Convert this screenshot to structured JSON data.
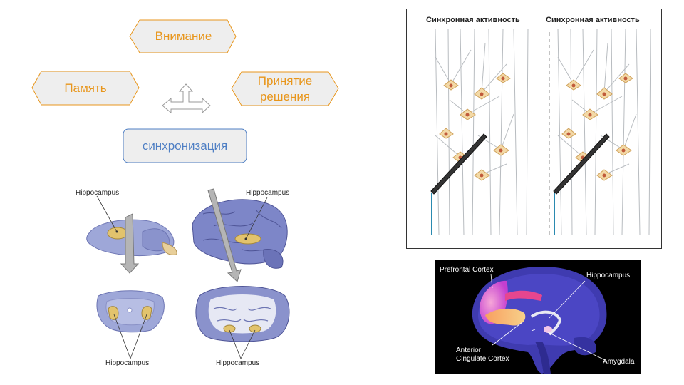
{
  "concepts": {
    "attention": "Внимание",
    "memory": "Память",
    "decision_line1": "Принятие",
    "decision_line2": "решения",
    "sync": "синхронизация"
  },
  "brain_sections": {
    "rodent_label": "Hippocampus",
    "human_label": "Hippocampus",
    "rodent_coronal_label": "Hippocampus",
    "human_coronal_label": "Hippocampus"
  },
  "neuron_panel": {
    "left_title": "Синхронная активность",
    "right_title": "Синхронная активность"
  },
  "brain_scan": {
    "prefrontal": "Prefrontal Cortex",
    "hippocampus": "Hippocampus",
    "acc_line1": "Anterior",
    "acc_line2": "Cingulate Cortex",
    "amygdala": "Amygdala"
  },
  "colors": {
    "hex_fill": "#eeeeee",
    "hex_stroke": "#e8961c",
    "sync_stroke": "#4f7fc4",
    "brain_blue": "#7c84c4",
    "hippo_gold": "#d6b96a",
    "neuron_body": "#f3d9a6"
  }
}
